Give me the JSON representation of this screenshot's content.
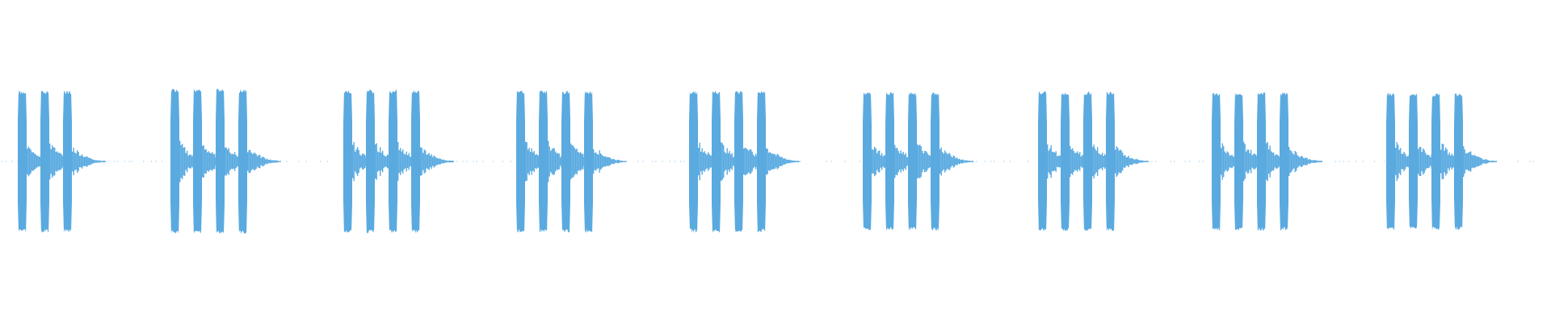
{
  "waveform": {
    "color": "#5aaae0",
    "background": "#ffffff",
    "bursts_per_group": [
      3,
      4,
      4,
      4,
      4,
      4,
      4,
      4,
      4
    ],
    "peak_amplitude": [
      0.88,
      0.9,
      0.89,
      0.88,
      0.88,
      0.86,
      0.87,
      0.86,
      0.85
    ]
  }
}
